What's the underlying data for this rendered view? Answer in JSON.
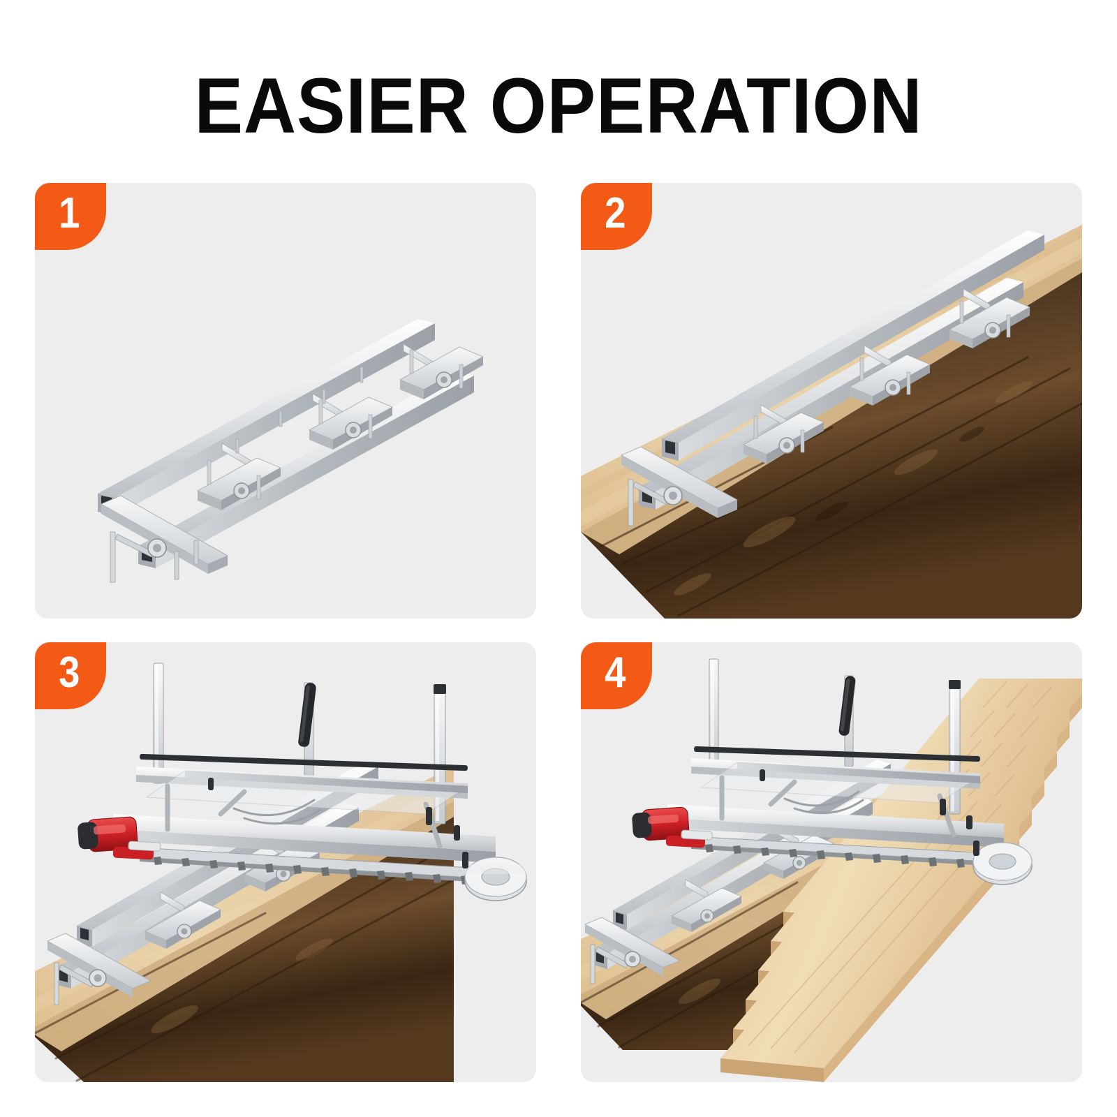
{
  "header": {
    "title": "EASIER OPERATION"
  },
  "theme": {
    "accent_orange": "#F25A16",
    "panel_bg": "#EDEDED",
    "page_bg": "#FFFFFF",
    "title_color": "#0A0A0A",
    "metal_light": "#F2F3F4",
    "metal_mid": "#C9CDD1",
    "metal_dark": "#9AA0A6",
    "wood_face": "#E2C496",
    "wood_face_light": "#EFDCBA",
    "bark_dark": "#3B2716",
    "bark_mid": "#6A4C2E",
    "saw_red": "#CE2026"
  },
  "panels": [
    {
      "step": "1",
      "name": "rail-guide-standalone",
      "caption": "Aluminum chainsaw mill rail guide system shown alone",
      "elements": [
        "rail-guide-frame",
        "cross-brace",
        "clamp-assembly",
        "adjustment-bracket"
      ]
    },
    {
      "step": "2",
      "name": "rail-guide-mounted-on-log",
      "caption": "Rail guide mounted and clamped onto the log",
      "elements": [
        "rail-guide-frame",
        "log-with-bark",
        "cut-face",
        "clamp-assembly"
      ]
    },
    {
      "step": "3",
      "name": "chainsaw-mill-positioned",
      "caption": "Chainsaw mill attachment positioned over the rail guide and log",
      "elements": [
        "chainsaw-mill",
        "chainsaw-bar",
        "height-posts",
        "handle",
        "rail-guide-frame",
        "log-with-bark"
      ]
    },
    {
      "step": "4",
      "name": "milled-lumber-result",
      "caption": "Milling complete with stack of finished lumber boards",
      "elements": [
        "chainsaw-mill",
        "rail-guide-frame",
        "log-with-bark",
        "lumber-stack"
      ],
      "lumber_board_count": 6
    }
  ]
}
